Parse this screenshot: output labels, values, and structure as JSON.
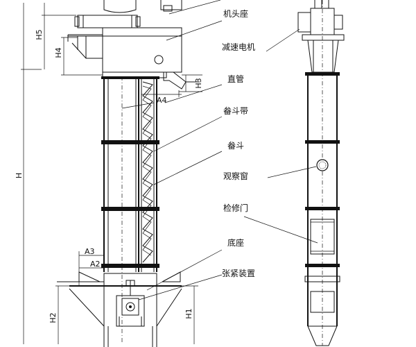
{
  "labels": {
    "head_seat": "机头座",
    "reducer_motor": "减速电机",
    "straight_pipe": "直管",
    "bucket_belt": "畚斗带",
    "bucket": "畚斗",
    "sight_window": "观察窗",
    "access_door": "检修门",
    "base": "底座",
    "tensioner": "张紧装置"
  },
  "dimensions": {
    "H": "H",
    "H1": "H1",
    "H2": "H2",
    "H3": "H3",
    "H4": "H4",
    "H5": "H5",
    "A2": "A2",
    "A3": "A3",
    "A4": "A4"
  },
  "colors": {
    "ink": "#111111",
    "paper": "#ffffff"
  }
}
